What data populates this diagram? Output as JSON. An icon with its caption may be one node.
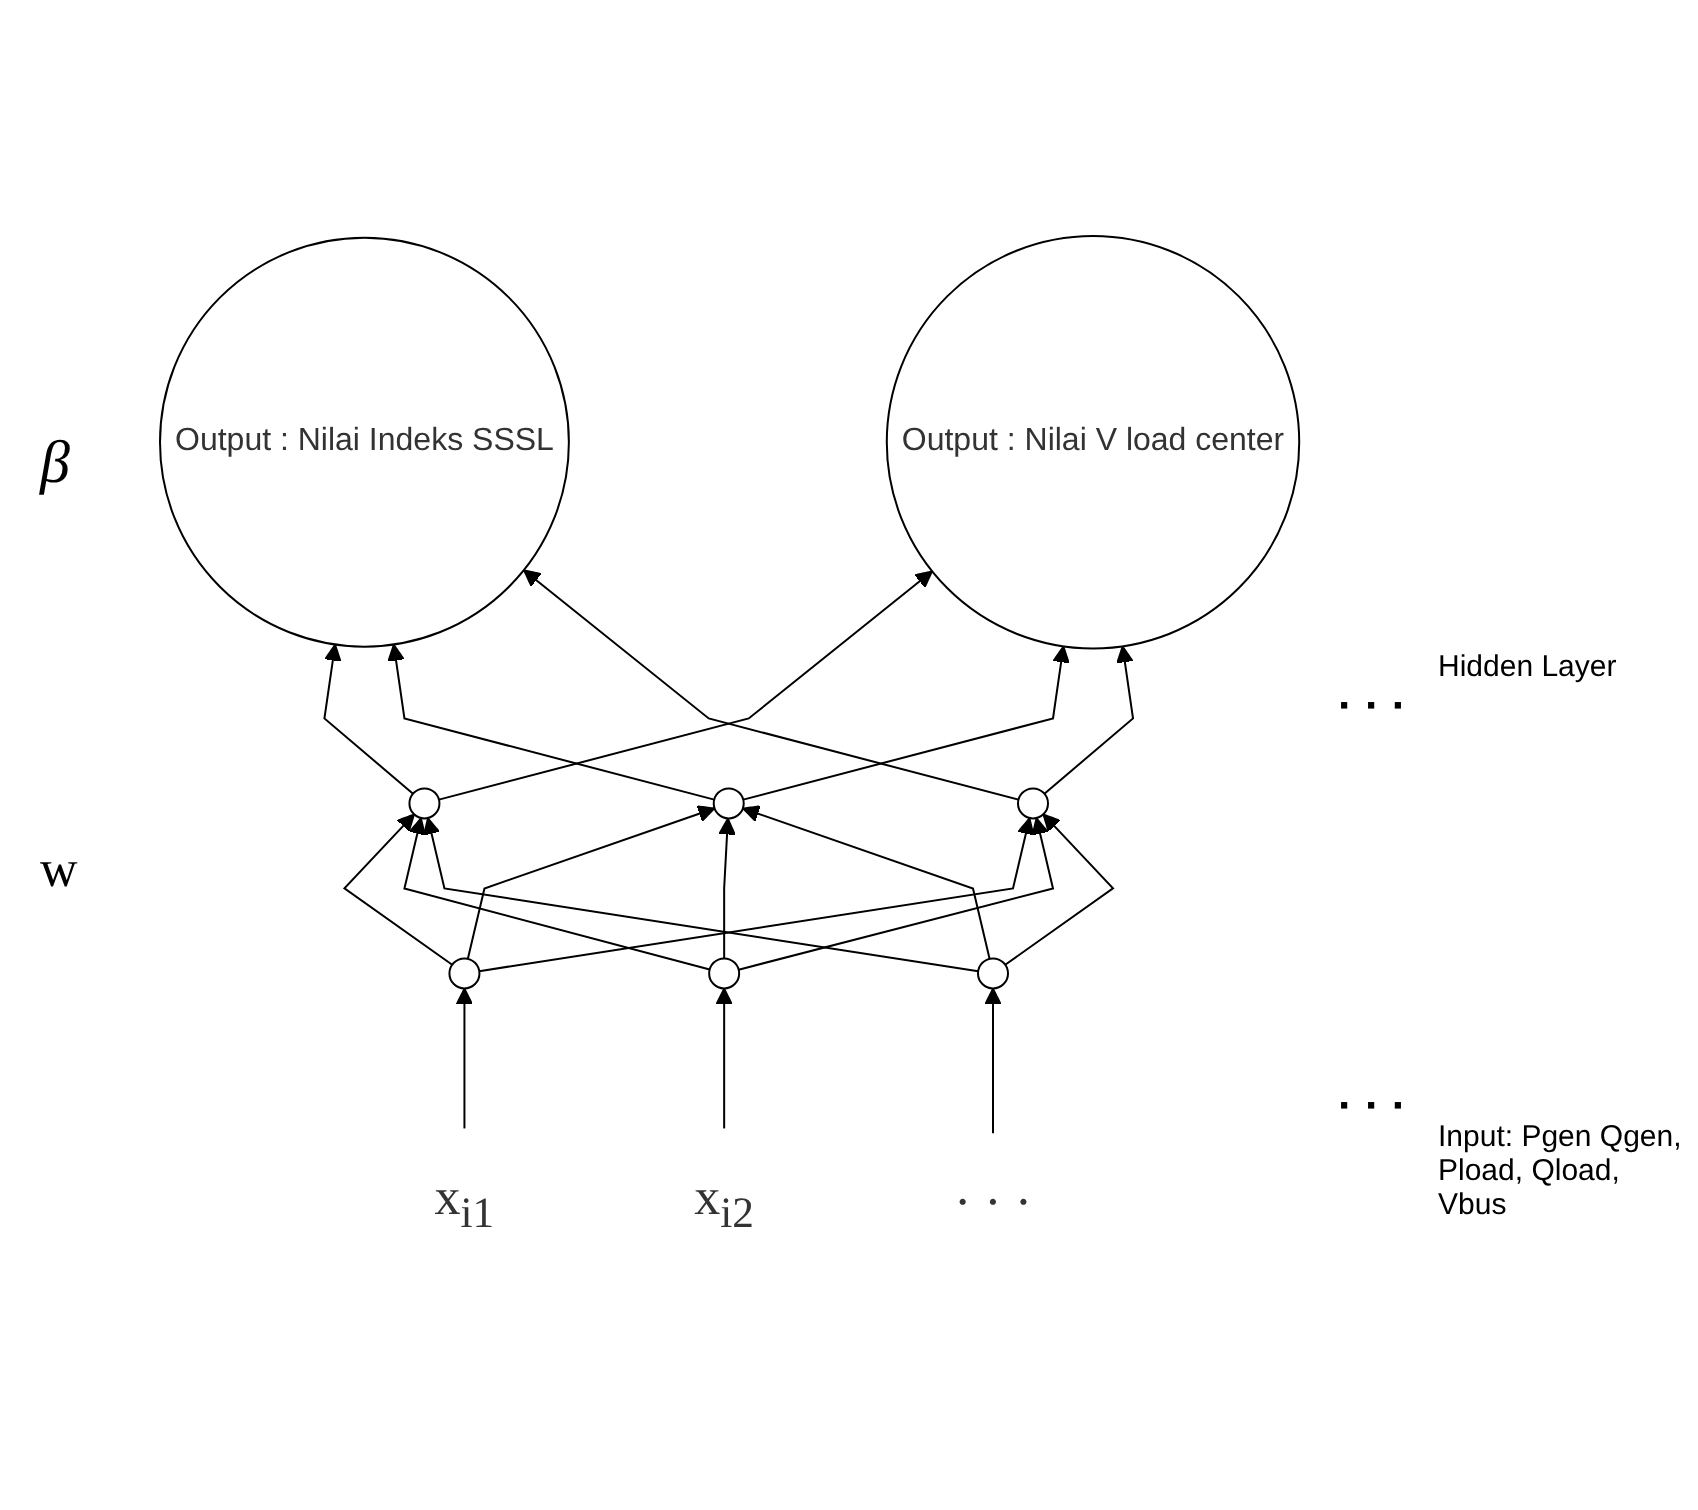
{
  "diagram": {
    "nodes": [
      {
        "text": [
          "Output : Nilai Indeks SSSL"
        ]
      },
      {
        "text": [
          "Output : Nilai V load center"
        ]
      },
      {
        "text": [],
        "shape": "circle"
      },
      {
        "text": [],
        "shape": "circle"
      },
      {
        "text": [],
        "shape": "circle"
      },
      {
        "text": [],
        "shape": "circle"
      },
      {
        "text": [],
        "shape": "circle"
      },
      {
        "text": [],
        "shape": "circle"
      },
      {
        "text": [
          "x$_{i1}$"
        ]
      },
      {
        "text": [
          "x$_{i2}$"
        ]
      },
      {
        "text": [
          "· · ·"
        ]
      }
    ],
    "edges": [
      {
        "from": 2,
        "to": 0,
        "arrow": "to"
      },
      {
        "from": 2,
        "to": 1,
        "arrow": "to"
      },
      {
        "from": 3,
        "to": 0,
        "arrow": "to"
      },
      {
        "from": 3,
        "to": 1,
        "arrow": "to"
      },
      {
        "from": 4,
        "to": 0,
        "arrow": "to"
      },
      {
        "from": 4,
        "to": 1,
        "arrow": "to"
      },
      {
        "from": 5,
        "to": 2,
        "arrow": "to"
      },
      {
        "from": 5,
        "to": 3,
        "arrow": "to"
      },
      {
        "from": 5,
        "to": 4,
        "arrow": "to"
      },
      {
        "from": 6,
        "to": 2,
        "arrow": "to"
      },
      {
        "from": 6,
        "to": 3,
        "arrow": "to"
      },
      {
        "from": 6,
        "to": 4,
        "arrow": "to"
      },
      {
        "from": 7,
        "to": 2,
        "arrow": "to"
      },
      {
        "from": 7,
        "to": 3,
        "arrow": "to"
      },
      {
        "from": 7,
        "to": 4,
        "arrow": "to"
      },
      {
        "from": 8,
        "to": 5,
        "arrow": "to"
      },
      {
        "from": 9,
        "to": 6,
        "arrow": "to"
      },
      {
        "from": 10,
        "to": 7,
        "arrow": "to"
      }
    ],
    "labels": [
      "β",
      "· · ·",
      "Hidden Layer",
      "w",
      "· · ·",
      "Input: Pgen Qgen, Pload, Qload, Vbus"
    ]
  }
}
